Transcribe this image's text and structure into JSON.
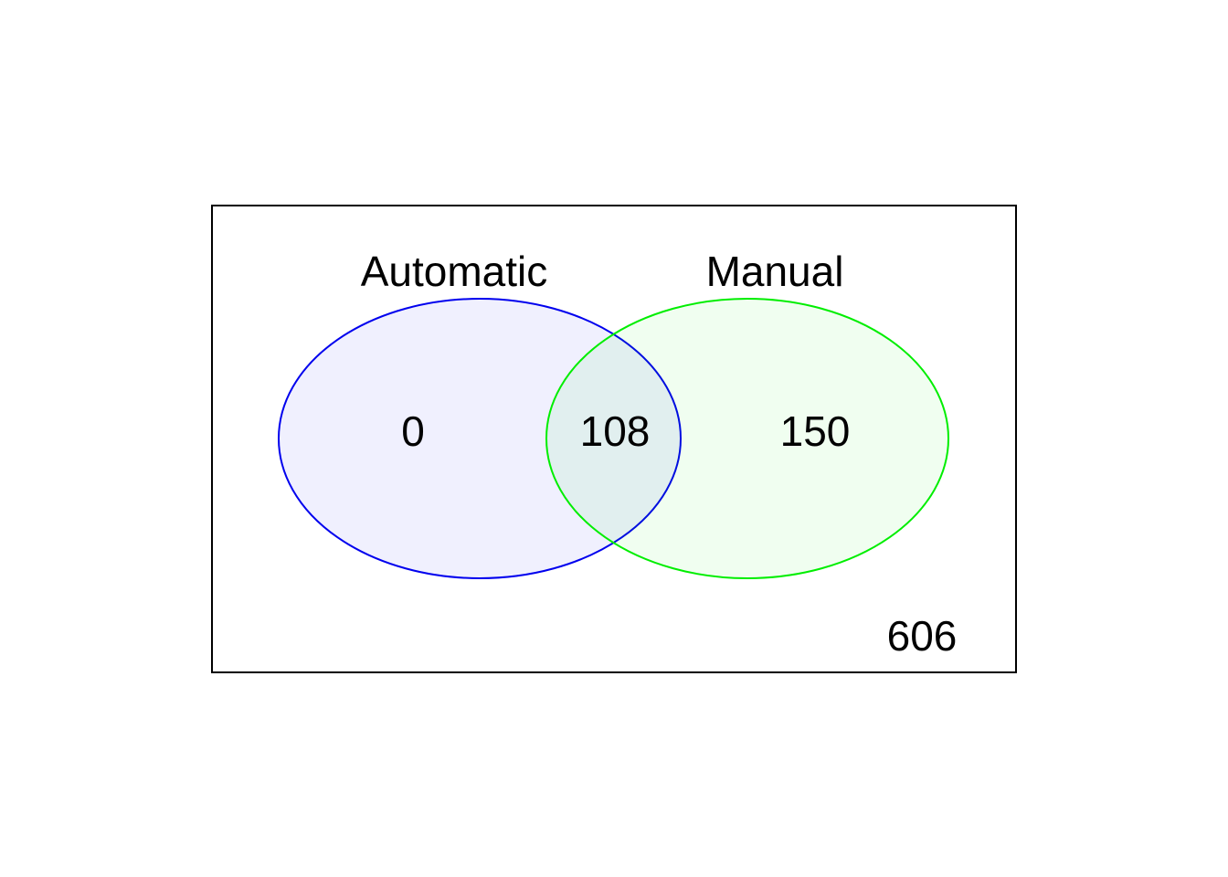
{
  "sets": [
    {
      "name": "Automatic",
      "stroke": "#0000ee",
      "fill": "#0000ee"
    },
    {
      "name": "Manual",
      "stroke": "#00ee00",
      "fill": "#00ee00"
    }
  ],
  "counts": {
    "automatic_only": "0",
    "intersection": "108",
    "manual_only": "150",
    "outside": "606"
  },
  "colors": {
    "frame": "#000000",
    "background": "#ffffff"
  }
}
